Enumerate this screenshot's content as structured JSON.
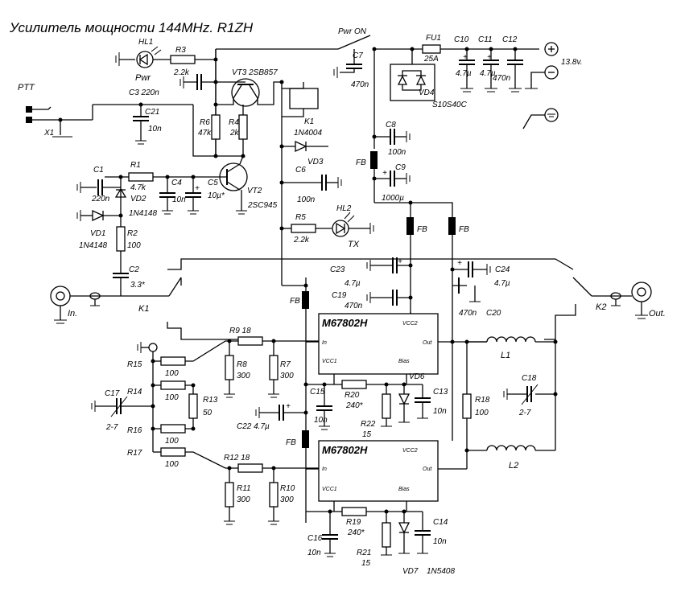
{
  "title": "Усилитель мощности 144MHz.  R1ZH",
  "labels": {
    "ptt": "PTT",
    "x1": "X1",
    "hl1": "HL1",
    "pwr": "Pwr",
    "r3": "R3",
    "r3v": "2.2k",
    "pwr_on": "Pwr ON",
    "fu1": "FU1",
    "fu1v": "25A",
    "c10": "C10",
    "c10v": "4.7µ",
    "c11": "C11",
    "c11v": "4.7µ",
    "c12": "C12",
    "c12v": "470n",
    "v138": "13.8v.",
    "c7": "C7",
    "c7v": "470n",
    "vd4": "VD4",
    "vd4v": "S10S40C",
    "vt3": "VT3 2SB857",
    "c3": "C3 220n",
    "c21": "C21",
    "c21v": "10n",
    "r6": "R6",
    "r6v": "47k",
    "r4": "R4",
    "r4v": "2k",
    "k1": "K1",
    "k1v": "1N4004",
    "vd3": "VD3",
    "c8": "C8",
    "c8v": "100n",
    "fb": "FB",
    "c9": "C9",
    "c9v": "1000µ",
    "c1": "C1",
    "c1v": "220n",
    "r1": "R1",
    "r1v": "4.7k",
    "c4": "C4",
    "c4v": "10n",
    "c5": "C5",
    "c5v": "10µ*",
    "vt2": "VT2",
    "vt2v": "2SC945",
    "vd2": "VD2",
    "vd2v": "1N4148",
    "vd1": "VD1",
    "vd1v": "1N4148",
    "c6": "C6",
    "c6v": "100n",
    "hl2": "HL2",
    "r5": "R5",
    "r5v": "2.2k",
    "tx": "TX",
    "r2": "R2",
    "r2v": "100",
    "c2": "C2",
    "c2v": "3.3*",
    "c23": "C23",
    "c23v": "4.7µ",
    "c19": "C19",
    "c19v": "470n",
    "c24": "C24",
    "c24v": "4.7µ",
    "c20": "C20",
    "c20v": "470n",
    "in": "In.",
    "out": "Out.",
    "k1b": "K1",
    "k2": "K2",
    "ic": "M67802H",
    "pin_in": "In",
    "pin_out": "Out",
    "pin_vcc1": "VCC1",
    "pin_vcc2": "VCC2",
    "pin_bias": "Bias",
    "r9": "R9 18",
    "r8": "R8",
    "r8v": "300",
    "r7": "R7",
    "r7v": "300",
    "r15": "R15",
    "r14": "R14",
    "r16": "R16",
    "r17": "R17",
    "v100": "100",
    "r13": "R13",
    "r13v": "50",
    "c17": "C17",
    "c17v": "2-7",
    "c15": "C15",
    "c15v": "10n",
    "r20": "R20",
    "r20v": "240*",
    "vd6": "VD6",
    "c13": "C13",
    "c13v": "10n",
    "r22": "R22",
    "r22v": "15",
    "c22": "C22 4.7µ",
    "r18": "R18",
    "r18v": "100",
    "l1": "L1",
    "l2": "L2",
    "c18": "C18",
    "c18v": "2-7",
    "r12": "R12 18",
    "r11": "R11",
    "r11v": "300",
    "r10": "R10",
    "r10v": "300",
    "c16": "C16",
    "c16v": "10n",
    "r19": "R19",
    "r19v": "240*",
    "c14": "C14",
    "c14v": "10n",
    "r21": "R21",
    "r21v": "15",
    "vd7": "VD7",
    "vd7v": "1N5408"
  }
}
